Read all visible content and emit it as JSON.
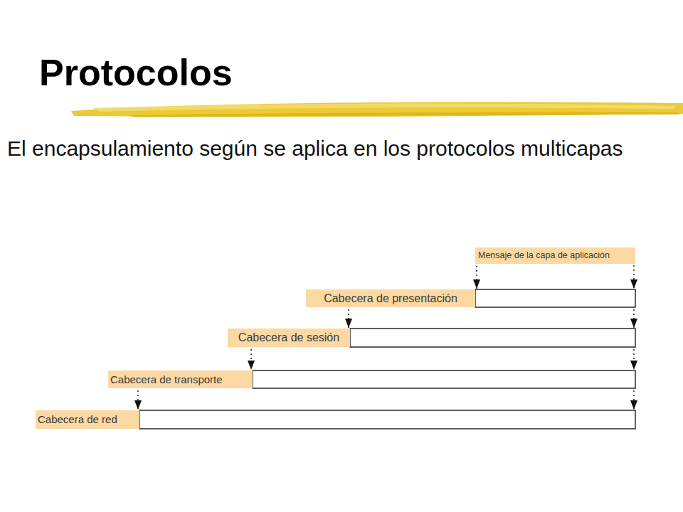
{
  "diagram": {
    "title": "Protocolos",
    "nodes": [
      {
        "text": [
          "Mensaje de la capa de aplicación"
        ]
      },
      {
        "text": [
          "Cabecera de presentación"
        ]
      },
      {
        "text": [
          "Cabecera de sesión"
        ]
      },
      {
        "text": [
          "Cabecera de transporte"
        ]
      },
      {
        "text": [
          "Cabecera de red"
        ]
      }
    ],
    "edges": [
      {
        "from": 0,
        "to": 1,
        "arrow": "to"
      },
      {
        "from": 1,
        "to": 2,
        "arrow": "to"
      },
      {
        "from": 2,
        "to": 3,
        "arrow": "to"
      },
      {
        "from": 3,
        "to": 4,
        "arrow": "to"
      }
    ],
    "labels": [
      "El encapsulamiento según se aplica en los protocolos multicapas"
    ]
  }
}
